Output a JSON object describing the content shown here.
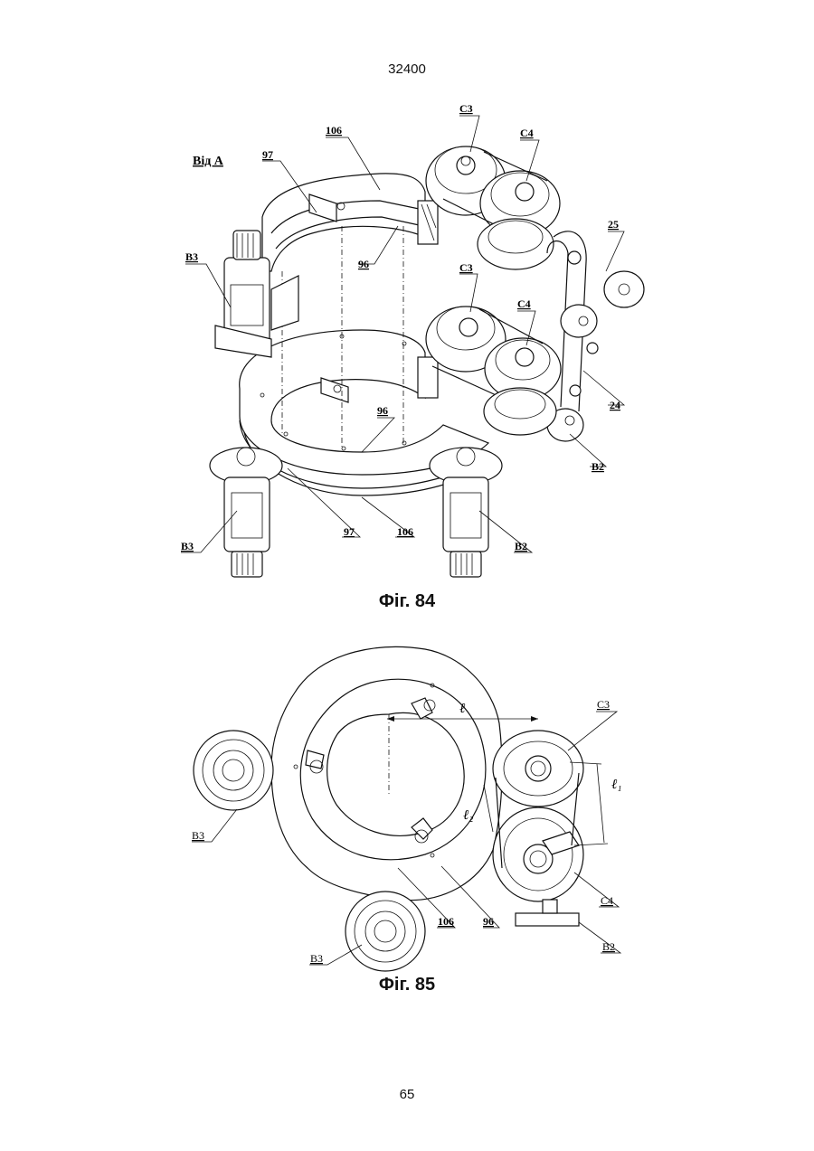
{
  "header": {
    "doc_number": "32400"
  },
  "footer": {
    "page_number": "65"
  },
  "figure84": {
    "caption": "Фіг. 84",
    "view_label": "Від А",
    "labels": {
      "l106_top": "106",
      "l97_top": "97",
      "lC3_top": "C3",
      "lC4_top": "C4",
      "l25": "25",
      "lB3_top": "B3",
      "l96_top": "96",
      "lC3_mid": "C3",
      "lC4_mid": "C4",
      "l24": "24",
      "l96_mid": "96",
      "lB2_right": "B2",
      "lB3_bottom": "B3",
      "l97_bottom": "97",
      "l106_bottom": "106",
      "lB2_bottom": "B2"
    }
  },
  "figure85": {
    "caption": "Фіг. 85",
    "labels": {
      "l": "ℓ",
      "lC3": "C3",
      "l1": "ℓ₁",
      "l2": "ℓ₂",
      "lB3_left": "B3",
      "lC4": "C4",
      "l106": "106",
      "l96": "96",
      "lB2": "B2",
      "lB3_bottom": "B3"
    }
  }
}
